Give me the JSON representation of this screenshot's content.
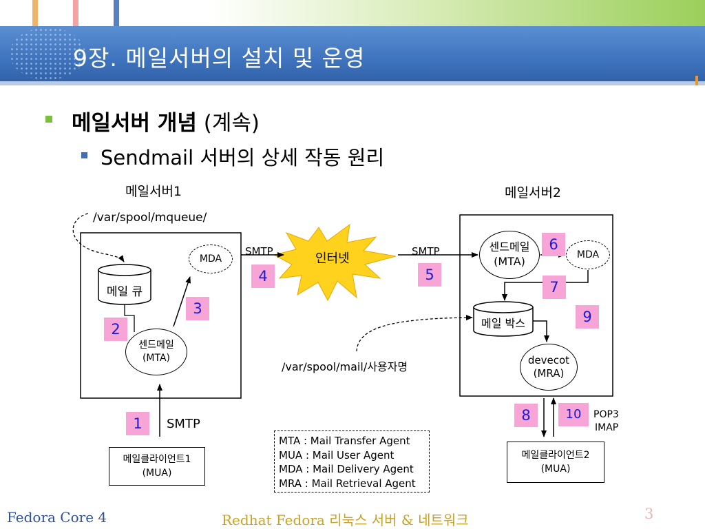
{
  "slide": {
    "title": "9장. 메일서버의 설치 및 운영",
    "bullet1_bold": "메일서버 개념",
    "bullet1_rest": " (계속)",
    "bullet2": "Sendmail 서버의 상세 작동 원리",
    "page_number": "3",
    "footer_left": "Fedora Core 4",
    "footer_center": "Redhat Fedora 리눅스 서버 & 네트워크"
  },
  "diagram": {
    "server1_title": "메일서버1",
    "server2_title": "메일서버2",
    "queue_path": "/var/spool/mqueue/",
    "mailbox_path": "/var/spool/mail/사용자명",
    "mail_queue": "메일 큐",
    "mail_box": "메일 박스",
    "mda": "MDA",
    "sendmail1_line1": "센드메일",
    "sendmail1_line2": "(MTA)",
    "sendmail2_line1": "센드메일",
    "sendmail2_line2": "(MTA)",
    "devecot_line1": "devecot",
    "devecot_line2": "(MRA)",
    "internet": "인터넷",
    "smtp": "SMTP",
    "pop3": "POP3",
    "imap": "IMAP",
    "client1_line1": "메일클라이언트1",
    "client1_line2": "(MUA)",
    "client2_line1": "메일클라이언트2",
    "client2_line2": "(MUA)",
    "steps": [
      "1",
      "2",
      "3",
      "4",
      "5",
      "6",
      "7",
      "8",
      "9",
      "10"
    ],
    "legend": [
      "MTA : Mail Transfer Agent",
      "MUA : Mail User Agent",
      "MDA : Mail Delivery Agent",
      "MRA : Mail Retrieval Agent"
    ]
  },
  "colors": {
    "header_blue": "#3f74be",
    "step_badge": "#f7a4d6",
    "step_text": "#1b1bd6",
    "internet_burst": "#ffd21e",
    "bullet_green": "#7cbf3a",
    "footer_blue": "#2e4fa0",
    "footer_gold": "#c9a227"
  }
}
